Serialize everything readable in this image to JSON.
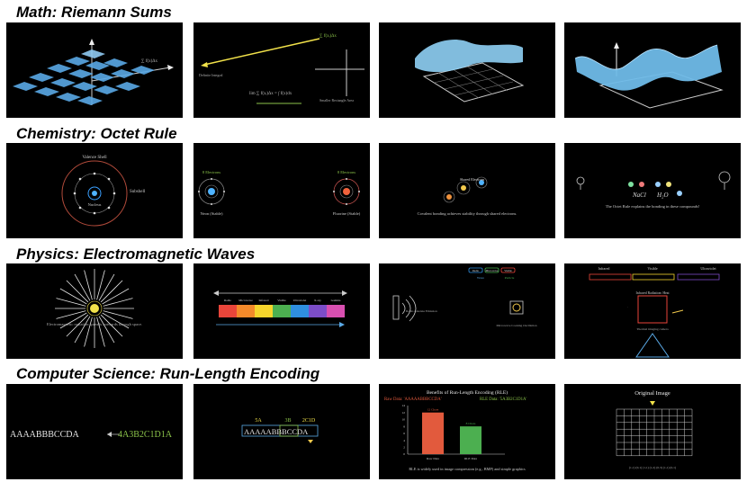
{
  "sections": [
    {
      "title": "Math: Riemann Sums"
    },
    {
      "title": "Chemistry: Octet Rule"
    },
    {
      "title": "Physics: Electromagnetic Waves"
    },
    {
      "title": "Computer Science: Run-Length Encoding"
    }
  ],
  "chemistry": {
    "p1_valence": "Valence Shell",
    "p1_subshell": "Subshell",
    "p1_nucleus": "Nucleus",
    "p2_left_top": "8 Electrons",
    "p2_left_bottom": "Neon (Stable)",
    "p2_right_top": "8 Electrons",
    "p2_right_bottom": "Fluorine (Stable)",
    "p3_caption": "Covalent bonding achieves stability through shared electrons.",
    "p4_formula_a": "NaCl",
    "p4_formula_b": "H₂O",
    "p4_caption": "The Octet Rule explains the bonding in these compounds!"
  },
  "physics": {
    "p1_caption": "Electromagnetic radiation spreads outwards through space.",
    "p2_bands": [
      "Radio",
      "Microwave",
      "Infrared",
      "Visible",
      "Ultraviolet",
      "X-ray",
      "Gamma"
    ],
    "p2_colors": [
      "#e9453a",
      "#f48a2a",
      "#f6d52c",
      "#4caf50",
      "#2f8fe0",
      "#7c4dc8",
      "#d84fb0"
    ],
    "p3_badges": [
      "Radio",
      "Microwave",
      "Visible"
    ],
    "p3_badge_colors": [
      "#2f8fe0",
      "#4caf50",
      "#e9453a"
    ],
    "p3_sub_left": "Wave",
    "p3_sub_right": "Particle",
    "p3_label_a": "Radio Antenna Emission",
    "p3_label_b": "Microwave Cooking Oscillation",
    "p4_tab_left": "Infrared",
    "p4_tab_mid": "Visible",
    "p4_tab_right": "Ultraviolet",
    "p4_tab_colors": [
      "#e9453a",
      "#f6d52c",
      "#7c4dc8"
    ],
    "p4_box_label": "Infrared Radiation: Heat",
    "p4_bottom_label": "Thermal imaging camera"
  },
  "cs": {
    "p1_raw": "AAAABBBCCDA",
    "p1_encoded": "4A3B2C1D1A",
    "p2_labels": [
      "5A",
      "3B",
      "2C1D"
    ],
    "p2_string": "AAAAABBBCCDA",
    "p3_title": "Benefits of Run-Length Encoding (RLE)",
    "p3_raw_label": "Raw Data: 'AAAAABBBCCDA'",
    "p3_rle_label": "RLE Data: '5A3B2C1D1A'",
    "p3_caption": "RLE is widely used in image compression (e.g., BMP) and simple graphics",
    "p4_title": "Original Image"
  },
  "chart_data": {
    "type": "bar",
    "title": "Benefits of Run-Length Encoding (RLE)",
    "categories": [
      "Raw Data",
      "RLE Data"
    ],
    "values": [
      12,
      8
    ],
    "data_labels": [
      "12 Chars",
      "8 Chars"
    ],
    "colors": [
      "#e25a3d",
      "#4caf50"
    ],
    "ylim": [
      0,
      14
    ],
    "yticks": [
      "14",
      "12",
      "10",
      "8",
      "6",
      "4",
      "2",
      "0"
    ],
    "grid": false
  }
}
